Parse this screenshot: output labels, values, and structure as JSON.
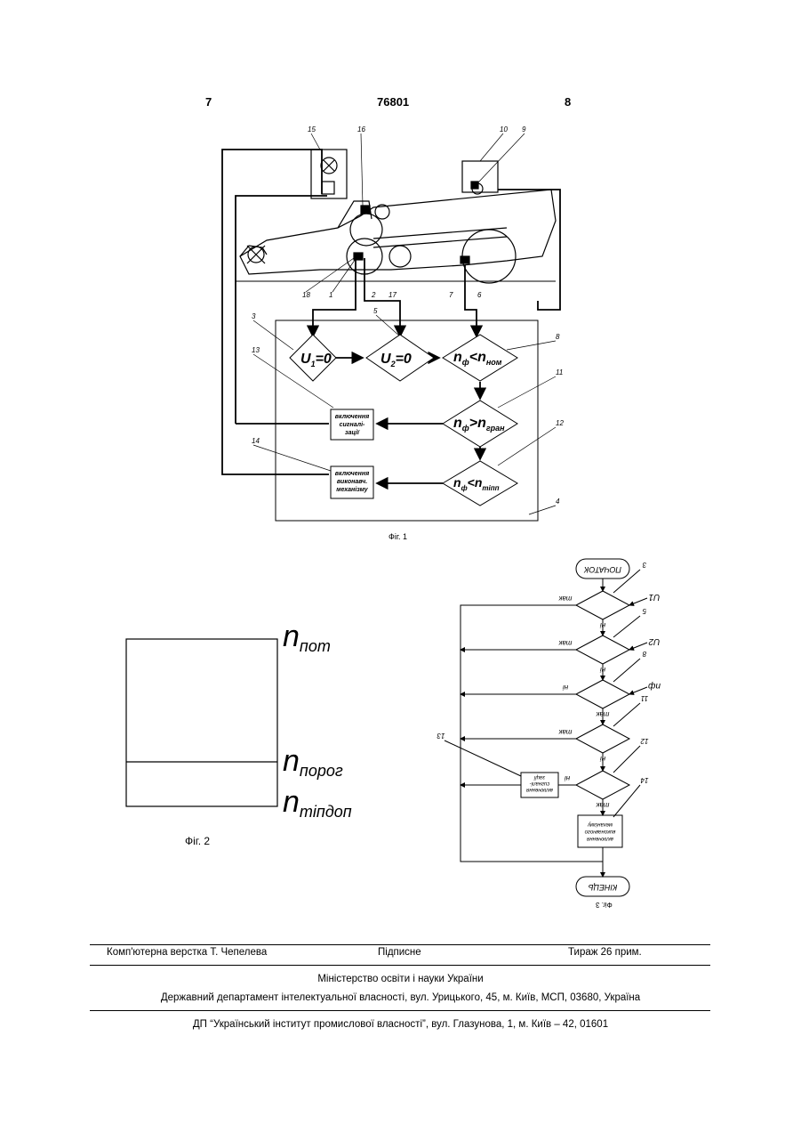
{
  "header": {
    "page_left": "7",
    "doc_number": "76801",
    "page_right": "8"
  },
  "fig1": {
    "caption": "Фіг. 1",
    "labels": [
      "15",
      "16",
      "10",
      "9",
      "3",
      "5",
      "8",
      "13",
      "11",
      "14",
      "12",
      "4",
      "18",
      "1",
      "2",
      "17",
      "7",
      "6"
    ],
    "conditions": {
      "u1": "U",
      "u1_sub": "1",
      "u1_rest": "=0",
      "u2": "U",
      "u2_sub": "2",
      "u2_rest": "=0",
      "c8_main": "n",
      "c8_sub1": "ф",
      "c8_op": "<n",
      "c8_sub2": "ном",
      "c11_main": "n",
      "c11_sub1": "ф",
      "c11_op": ">n",
      "c11_sub2": "гран",
      "c12_main": "n",
      "c12_sub1": "ф",
      "c12_op": "<n",
      "c12_sub2": "mіпп"
    },
    "box13": [
      "включення",
      "сигналі-",
      "зації"
    ],
    "box14": [
      "включення",
      "виконавч.",
      "механізму"
    ]
  },
  "fig2": {
    "caption": "Фіг. 2",
    "n_top": "n",
    "n_top_sub": "пот",
    "n_mid": "n",
    "n_mid_sub": "порог",
    "n_bot": "n",
    "n_bot_sub": "mіпдоп"
  },
  "fig3": {
    "caption": "Фіг. 3",
    "start": "ПОЧАТОК",
    "end": "КІНЕЦЬ",
    "labels": [
      "3",
      "5",
      "8",
      "11",
      "12",
      "13",
      "14"
    ],
    "inputs": [
      "U1",
      "U2",
      "nф"
    ],
    "yes": "так",
    "no": "ні",
    "box13": [
      "включення",
      "сигналі-",
      "зації"
    ],
    "box14": [
      "включення",
      "виконавчого",
      "механізму"
    ]
  },
  "footer": {
    "layout": "Комп'ютерна верстка Т. Чепелева",
    "signed": "Підписне",
    "print_run": "Тираж 26 прим.",
    "ministry": "Міністерство освіти і науки України",
    "department": "Державний департамент інтелектуальної власності, вул. Урицького, 45, м. Київ, МСП, 03680, Україна",
    "institute": "ДП “Український інститут промислової власності”, вул. Глазунова, 1, м. Київ – 42, 01601"
  }
}
